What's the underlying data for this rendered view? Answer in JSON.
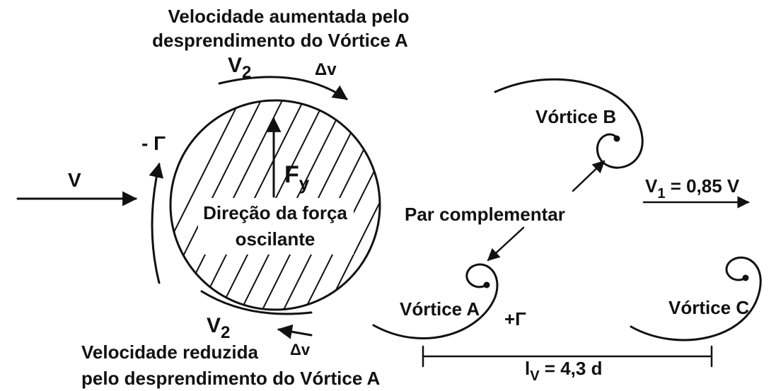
{
  "labels": {
    "top_title_line1": "Velocidade aumentada pelo",
    "top_title_line2": "desprendimento do Vórtice A",
    "v2_top": "V",
    "v2_top_sub": "2",
    "delta_v_top": "Δv",
    "minus_gamma": "- Γ",
    "v_incoming": "V",
    "fy": "F",
    "fy_sub": "y",
    "center_line1": "Direção da força",
    "center_line2": "oscilante",
    "v2_bottom": "V",
    "v2_bottom_sub": "2",
    "delta_v_bottom": "Δv",
    "bottom_title_line1": "Velocidade reduzida",
    "bottom_title_line2": "pelo desprendimento do Vórtice A",
    "vortex_b": "Vórtice B",
    "v1": "V",
    "v1_sub": "1",
    "v1_value": " = 0,85 V",
    "pair": "Par complementar",
    "vortex_a": "Vórtice A",
    "plus_gamma": "+Γ",
    "vortex_c": "Vórtice C",
    "lv": "l",
    "lv_sub": "V",
    "lv_value": " = 4,3 d"
  }
}
